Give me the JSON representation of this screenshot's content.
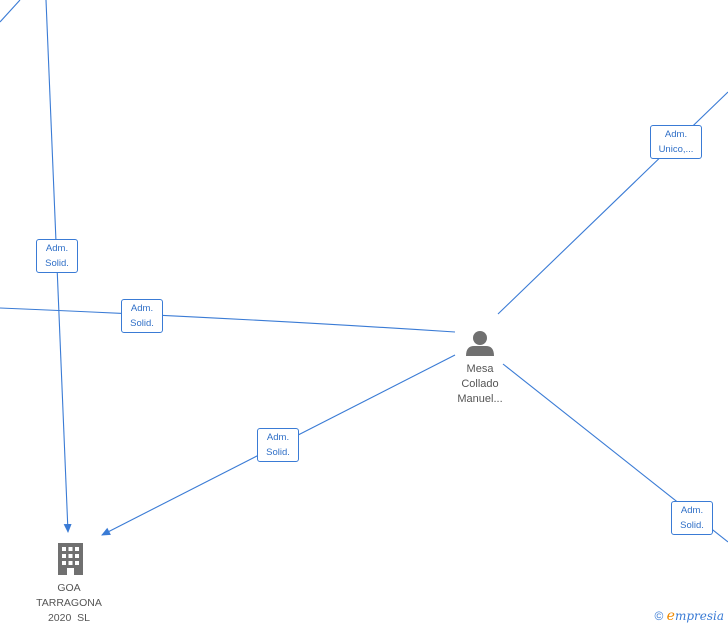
{
  "nodes": {
    "person": {
      "name_lines": [
        "Mesa",
        "Collado",
        "Manuel..."
      ]
    },
    "company": {
      "name_lines": [
        "GOA",
        "TARRAGONA",
        "2020  SL"
      ]
    }
  },
  "edge_labels": [
    {
      "line1": "Adm.",
      "line2": "Solid."
    },
    {
      "line1": "Adm.",
      "line2": "Solid."
    },
    {
      "line1": "Adm.",
      "line2": "Solid."
    },
    {
      "line1": "Adm.",
      "line2": "Unico,..."
    },
    {
      "line1": "Adm.",
      "line2": "Solid."
    }
  ],
  "brand": {
    "symbol": "©",
    "e": "e",
    "rest": "mpresia"
  },
  "colors": {
    "edge": "#3a7bd5",
    "node_icon": "#707070",
    "brand_e": "#f08a00"
  }
}
